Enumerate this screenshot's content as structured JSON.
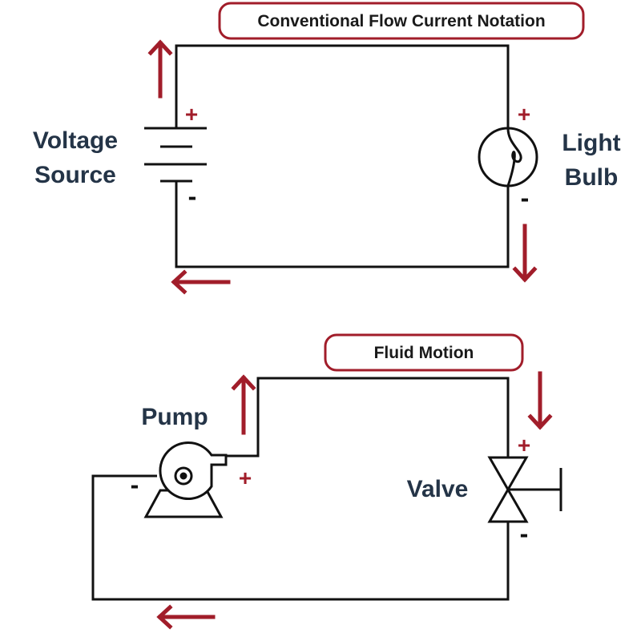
{
  "colors": {
    "accent": "#a11d2a",
    "wire": "#111111",
    "label": "#243447"
  },
  "electrical": {
    "title": "Conventional Flow Current Notation",
    "source_label_line1": "Voltage",
    "source_label_line2": "Source",
    "bulb_label_line1": "Light",
    "bulb_label_line2": "Bulb",
    "plus": "+",
    "minus": "-"
  },
  "fluid": {
    "title": "Fluid Motion",
    "pump_label": "Pump",
    "valve_label": "Valve",
    "plus": "+",
    "minus": "-"
  },
  "icons": [
    "battery-icon",
    "light-bulb-icon",
    "pump-icon",
    "valve-icon",
    "arrow-up-icon",
    "arrow-down-icon",
    "arrow-left-icon"
  ]
}
